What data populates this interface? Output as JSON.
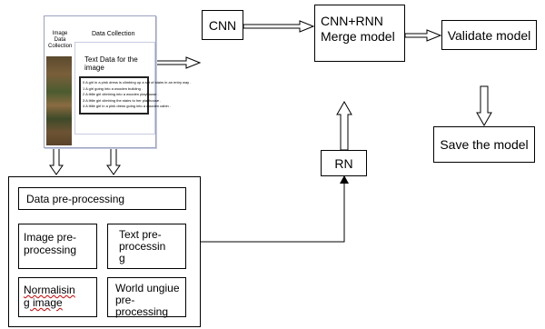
{
  "dataset_panel": {
    "image_collection_label": "Image Data\nCollection",
    "data_collection_title": "Data Collection",
    "text_data_heading": "Text Data for the image",
    "text_lines": [
      "0 A girl in a pink dress is climbing up a set of stairs in an entry way .",
      "1 A girl going into a wooden building .",
      "2 A little girl climbing into a wooden playhouse .",
      "3 A little girl climbing the stairs to her playhouse .",
      "4 A little girl in a pink dress going into a wooden cabin ."
    ]
  },
  "nodes": {
    "cnn": "CNN",
    "merge": "CNN+RNN\nMerge model",
    "validate": "Validate model",
    "save": "Save the model",
    "rn": "RN"
  },
  "preprocessing": {
    "title": "Data pre-processing",
    "image": "Image pre-\nprocessing",
    "text": "Text pre-\nprocessin\ng",
    "normalise": "Normalisin\ng image",
    "unique": "World ungiue\npre-\nprocessing"
  }
}
